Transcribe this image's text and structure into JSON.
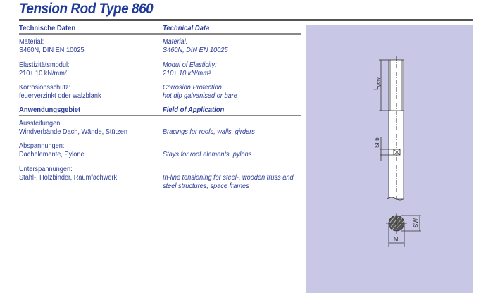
{
  "title": "Tension Rod Type 860",
  "technical": {
    "heading_de": "Technische Daten",
    "heading_en": "Technical Data",
    "rows": [
      {
        "de_label": "Material:",
        "de_value": "S460N, DIN EN 10025",
        "en_label": "Material:",
        "en_value": "S460N, DIN EN 10025"
      },
      {
        "de_label": "Elastizitätsmodul:",
        "de_value": "210± 10 kN/mm²",
        "en_label": "Modul of Elasticity:",
        "en_value": "210± 10 kN/mm²"
      },
      {
        "de_label": "Korrosionsschutz:",
        "de_value": "feuerverzinkt oder walzblank",
        "en_label": "Corrosion Protection:",
        "en_value": "hot dip galvanised or bare"
      }
    ]
  },
  "application": {
    "heading_de": "Anwendungsgebiet",
    "heading_en": "Field of Application",
    "rows": [
      {
        "de_label": "Aussteifungen:",
        "de_value": "Windverbände Dach, Wände, Stützen",
        "en_value": "Bracings for roofs, walls, girders"
      },
      {
        "de_label": "Abspannungen:",
        "de_value": "Dachelemente, Pylone",
        "en_value": "Stays for roof elements, pylons"
      },
      {
        "de_label": "Unterspannungen:",
        "de_value": "Stahl-, Holzbinder, Raumfachwerk",
        "en_value": "In-line tensioning for steel-, wooden truss and",
        "en_value2": "steel structures, space frames"
      }
    ]
  },
  "drawing": {
    "l_label": "L",
    "l_sub": "gew",
    "sfb_label": "SFb",
    "sw_label": "SW",
    "m_label": "M"
  },
  "colors": {
    "text": "#2b3c96",
    "panel": "#c8c8e6"
  }
}
